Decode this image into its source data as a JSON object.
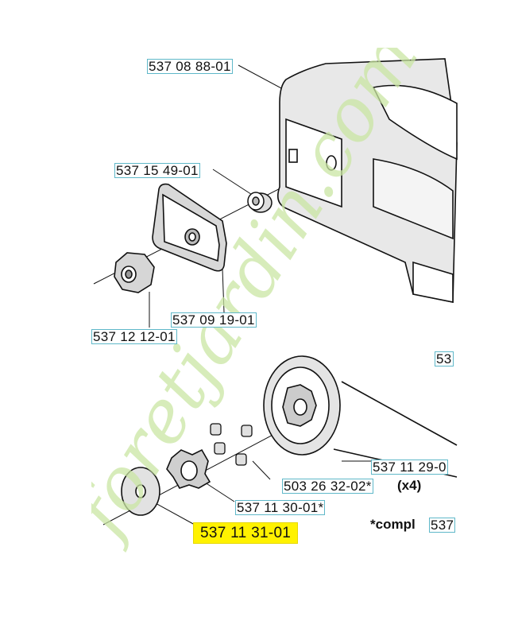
{
  "labels": {
    "p_537_08_88": "537 08 88-01",
    "p_537_15_49": "537 15 49-01",
    "p_537_09_19": "537 09 19-01",
    "p_537_12_12": "537 12 12-01",
    "p_cut_537": "53",
    "p_537_11_29": "537 11 29-0",
    "p_503_26_32": "503 26 32-02*",
    "p_537_11_30": "537 11 30-01*",
    "p_537_11_31": "537 11 31-01",
    "p_cut_537b": "537"
  },
  "notes": {
    "x4": "(x4)",
    "compl": "*compl"
  },
  "watermark": "foretjardin.com",
  "colors": {
    "label_border": "#5fb8c9",
    "highlight": "#fff200",
    "watermark_green": "#c9e6a3",
    "watermark_orange": "#f4c77a"
  }
}
